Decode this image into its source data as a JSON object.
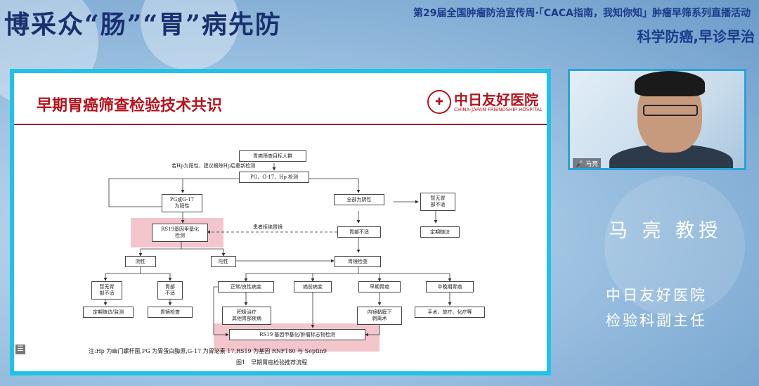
{
  "header": {
    "logo_title": "博采众“肠”“胃”病先防",
    "banner": "第29届全国肿瘤防治宣传周·「CACA指南，我知你知」肿瘤早筛系列直播活动",
    "slogan": "科学防癌,早诊早治"
  },
  "slide": {
    "title": "早期胃癌筛查检验技术共识",
    "hospital_cn": "中日友好医院",
    "hospital_en": "CHINA-JAPAN FRIENDSHIP HOSPITAL",
    "menu_icon": "menu-icon",
    "flow": {
      "n1": "胃癌筛查目标人群",
      "n2": "PG、G-17、Hp 检测",
      "n2_label": "若Hp为阳性，建议根除Hp后重新检测",
      "n3_line1": "PG或G-17",
      "n3_line2": "为阳性",
      "n4": "全部为阴性",
      "n5_line1": "暂无胃",
      "n5_line2": "部不适",
      "n6_line1": "RS19基因甲基化",
      "n6_line2": "检测",
      "n7": "胃部不适",
      "n7_label": "患者拒绝胃镜",
      "n8": "定期随访",
      "n9": "阴性",
      "n10": "阳性",
      "n11": "胃镜检查",
      "n12_line1": "暂无胃",
      "n12_line2": "部不适",
      "n13_line1": "胃部",
      "n13_line2": "不适",
      "n14": "正常/良性病变",
      "n15": "癌前病变",
      "n16": "早期胃癌",
      "n17": "中晚期胃癌",
      "n18": "定期随访/监测",
      "n19": "胃镜检查",
      "n20_line1": "积极治疗",
      "n20_line2": "其他胃部疾病",
      "n21_line1": "内镜黏膜下",
      "n21_line2": "剥离术",
      "n22": "手术、放疗、化疗等",
      "n23": "RS19 基因甲基化/肿瘤标志物检测"
    },
    "note": "注:Hp 为幽门螺杆菌,PG 为胃蛋白酶原,G-17 为胃泌素 17,RS19 为基因 RNF180 与 Septin9",
    "caption": "图1　早期胃癌检验推荐流程"
  },
  "video": {
    "name": "马亮",
    "mic_icon": "microphone-icon"
  },
  "speaker": {
    "name": "马 亮 教授",
    "org": "中日友好医院",
    "role": "检验科副主任"
  },
  "colors": {
    "title_red": "#b4141e",
    "frame_cyan": "#1fc3e8",
    "navy": "#1a2f6e"
  }
}
